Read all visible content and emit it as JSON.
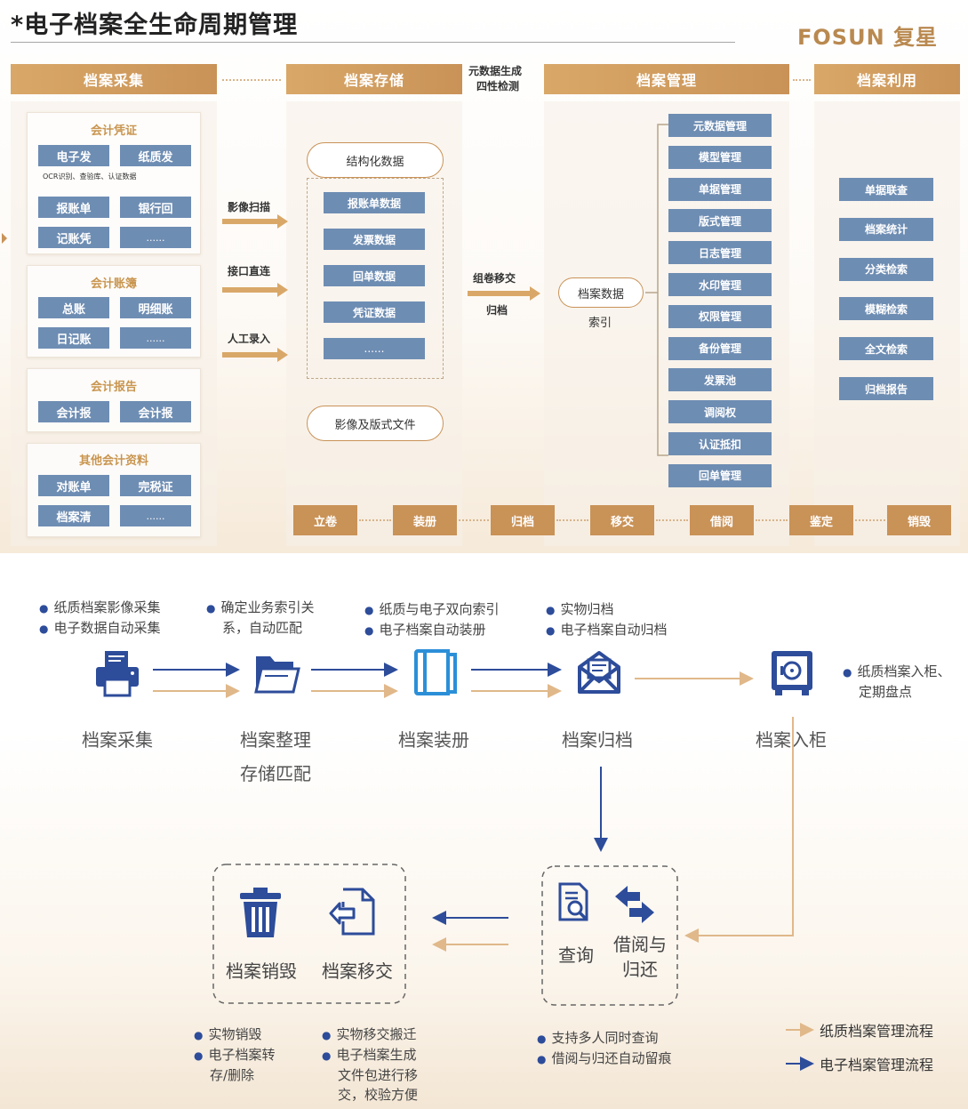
{
  "title": "*电子档案全生命周期管理",
  "logo": "FOSUN 复星",
  "stages": [
    "档案采集",
    "档案存储",
    "档案管理",
    "档案利用"
  ],
  "stage_note": [
    "元数据生成",
    "四性检测"
  ],
  "collect": {
    "groups": [
      {
        "title": "会计凭证",
        "items": [
          "电子发",
          "纸质发",
          "报账单",
          "银行回",
          "记账凭",
          "......"
        ],
        "note": "OCR识别、查验库、认证数据"
      },
      {
        "title": "会计账簿",
        "items": [
          "总账",
          "明细账",
          "日记账",
          "......"
        ]
      },
      {
        "title": "会计报告",
        "items": [
          "会计报",
          "会计报"
        ]
      },
      {
        "title": "其他会计资料",
        "items": [
          "对账单",
          "完税证",
          "档案清",
          "......"
        ]
      }
    ]
  },
  "collect_methods": [
    "影像扫描",
    "接口直连",
    "人工录入"
  ],
  "storage": {
    "structured": "结构化数据",
    "items": [
      "报账单数据",
      "发票数据",
      "回单数据",
      "凭证数据",
      "......"
    ],
    "image": "影像及版式文件"
  },
  "transfer": [
    "组卷移交",
    "归档"
  ],
  "archive_data": [
    "档案数据",
    "索引"
  ],
  "manage_items": [
    "元数据管理",
    "模型管理",
    "单据管理",
    "版式管理",
    "日志管理",
    "水印管理",
    "权限管理",
    "备份管理",
    "发票池",
    "调阅权",
    "认证抵扣",
    "回单管理"
  ],
  "use_items": [
    "单据联查",
    "档案统计",
    "分类检索",
    "模糊检索",
    "全文检索",
    "归档报告"
  ],
  "bottom_flow": [
    "立卷",
    "装册",
    "归档",
    "移交",
    "借阅",
    "鉴定",
    "销毁"
  ],
  "flow": {
    "notes": {
      "collect": [
        "纸质档案影像采集",
        "电子数据自动采集"
      ],
      "organize": [
        "确定业务索引关",
        "系，自动匹配"
      ],
      "bind": [
        "纸质与电子双向索引",
        "电子档案自动装册"
      ],
      "archive": [
        "实物归档",
        "电子档案自动归档"
      ],
      "cabinet": [
        "纸质档案入柜、",
        "定期盘点"
      ],
      "destroy": [
        "实物销毁",
        "电子档案转",
        "存/删除"
      ],
      "move": [
        "实物移交搬迁",
        "电子档案生成",
        "文件包进行移",
        "交，校验方便"
      ],
      "query": [
        "支持多人同时查询",
        "借阅与归还自动留痕"
      ]
    },
    "nodes": {
      "collect": "档案采集",
      "organize": [
        "档案整理",
        "存储匹配"
      ],
      "bind": "档案装册",
      "archive": "档案归档",
      "cabinet": "档案入柜",
      "destroy": "档案销毁",
      "move": "档案移交",
      "query": "查询",
      "borrow": [
        "借阅与",
        "归还"
      ]
    },
    "legend": [
      "纸质档案管理流程",
      "电子档案管理流程"
    ]
  },
  "colors": {
    "accent": "#c99257",
    "blue": "#6e8db3",
    "navy": "#2d4c9a",
    "tan_line": "#e0b88a"
  }
}
